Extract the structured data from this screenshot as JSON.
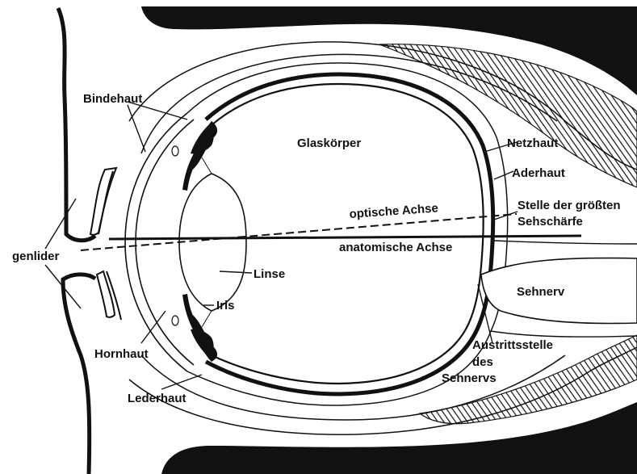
{
  "labels": {
    "bindehaut": "Bindehaut",
    "glaskoerper": "Glaskörper",
    "netzhaut": "Netzhaut",
    "aderhaut": "Aderhaut",
    "optische_achse": "optische Achse",
    "stelle_line1": "Stelle der größten",
    "stelle_line2": "Sehschärfe",
    "augenlider": "genlider",
    "anatomische_achse": "anatomische Achse",
    "linse": "Linse",
    "sehnerv": "Sehnerv",
    "iris": "Iris",
    "hornhaut": "Hornhaut",
    "austritt_line1": "Austrittsstelle",
    "austritt_line2": "des",
    "austritt_line3": "Sehnervs",
    "lederhaut": "Lederhaut"
  },
  "colors": {
    "ink": "#111111",
    "background": "#ffffff"
  }
}
